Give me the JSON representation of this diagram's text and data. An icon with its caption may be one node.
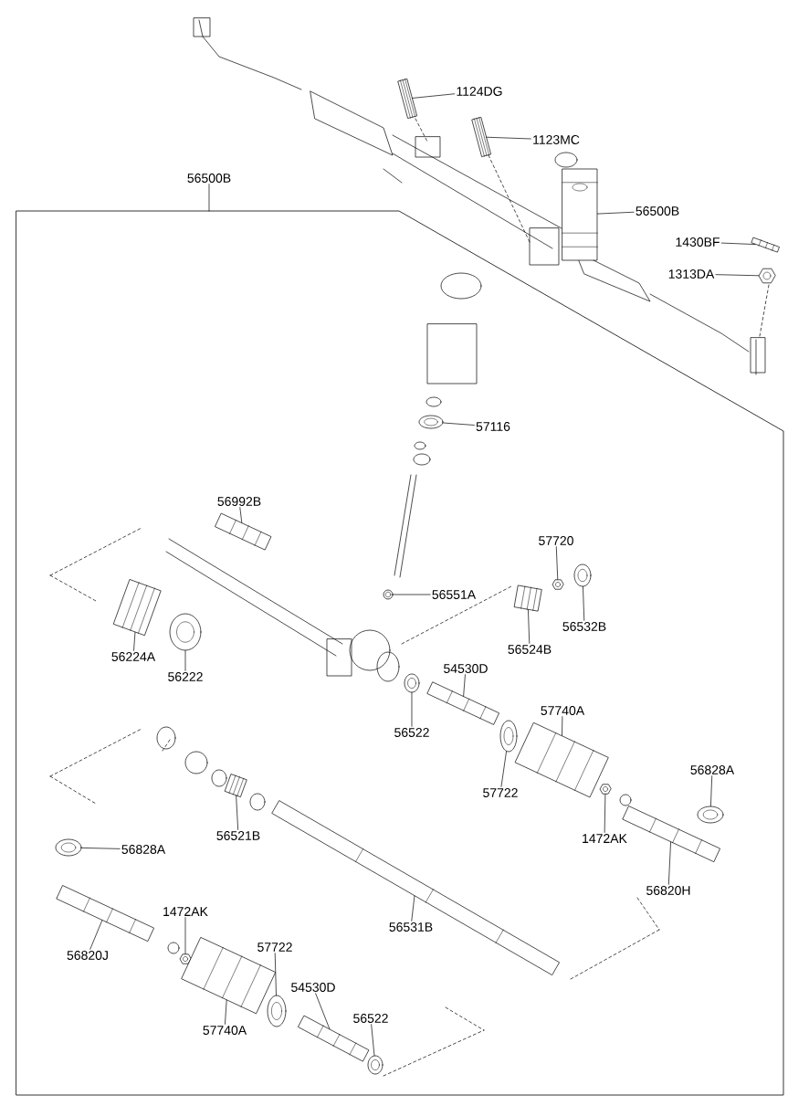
{
  "diagram": {
    "nodes": [
      {
        "text": [
          "1124DG"
        ]
      },
      {
        "text": [],
        "shape": "picture"
      },
      {
        "text": [
          "1123MC"
        ]
      },
      {
        "text": [],
        "shape": "picture"
      },
      {
        "text": [
          "56500B"
        ]
      },
      {
        "text": [],
        "shape": "box"
      },
      {
        "text": [
          "56500B"
        ]
      },
      {
        "text": [],
        "shape": "picture"
      },
      {
        "text": [
          "1430BF"
        ]
      },
      {
        "text": [],
        "shape": "picture"
      },
      {
        "text": [
          "1313DA"
        ]
      },
      {
        "text": [],
        "shape": "picture"
      },
      {
        "text": [
          "57116"
        ],
        "in": 5
      },
      {
        "text": [],
        "shape": "picture",
        "in": 5
      },
      {
        "text": [
          "56992B"
        ],
        "in": 5
      },
      {
        "text": [],
        "shape": "picture",
        "in": 5
      },
      {
        "text": [
          "57720"
        ],
        "in": 5
      },
      {
        "text": [],
        "shape": "picture",
        "in": 5
      },
      {
        "text": [
          "56551A"
        ],
        "in": 5
      },
      {
        "text": [],
        "shape": "picture",
        "in": 5
      },
      {
        "text": [
          "56532B"
        ],
        "in": 5
      },
      {
        "text": [],
        "shape": "picture",
        "in": 5
      },
      {
        "text": [
          "56224A"
        ],
        "in": 5
      },
      {
        "text": [],
        "shape": "picture",
        "in": 5
      },
      {
        "text": [
          "56524B"
        ],
        "in": 5
      },
      {
        "text": [],
        "shape": "picture",
        "in": 5
      },
      {
        "text": [
          "56222"
        ],
        "in": 5
      },
      {
        "text": [],
        "shape": "picture",
        "in": 5
      },
      {
        "text": [
          "54530D"
        ],
        "in": 5
      },
      {
        "text": [],
        "shape": "picture",
        "in": 5
      },
      {
        "text": [
          "57740A"
        ],
        "in": 5
      },
      {
        "text": [],
        "shape": "picture",
        "in": 5
      },
      {
        "text": [
          "56522"
        ],
        "in": 5
      },
      {
        "text": [],
        "shape": "picture",
        "in": 5
      },
      {
        "text": [
          "56828A"
        ],
        "in": 5
      },
      {
        "text": [],
        "shape": "picture",
        "in": 5
      },
      {
        "text": [
          "57722"
        ],
        "in": 5
      },
      {
        "text": [],
        "shape": "picture",
        "in": 5
      },
      {
        "text": [
          "56521B"
        ],
        "in": 5
      },
      {
        "text": [],
        "shape": "picture",
        "in": 5
      },
      {
        "text": [
          "1472AK"
        ],
        "in": 5
      },
      {
        "text": [],
        "shape": "picture",
        "in": 5
      },
      {
        "text": [
          "56828A"
        ],
        "in": 5
      },
      {
        "text": [],
        "shape": "picture",
        "in": 5
      },
      {
        "text": [
          "56820H"
        ],
        "in": 5
      },
      {
        "text": [],
        "shape": "picture",
        "in": 5
      },
      {
        "text": [
          "1472AK"
        ],
        "in": 5
      },
      {
        "text": [],
        "shape": "picture",
        "in": 5
      },
      {
        "text": [
          "56820J"
        ],
        "in": 5
      },
      {
        "text": [],
        "shape": "picture",
        "in": 5
      },
      {
        "text": [
          "56531B"
        ],
        "in": 5
      },
      {
        "text": [],
        "shape": "picture",
        "in": 5
      },
      {
        "text": [
          "57722"
        ],
        "in": 5
      },
      {
        "text": [],
        "shape": "picture",
        "in": 5
      },
      {
        "text": [
          "54530D"
        ],
        "in": 5
      },
      {
        "text": [],
        "shape": "picture",
        "in": 5
      },
      {
        "text": [
          "57740A"
        ],
        "in": 5
      },
      {
        "text": [],
        "shape": "picture",
        "in": 5
      },
      {
        "text": [
          "56522"
        ],
        "in": 5
      },
      {
        "text": [],
        "shape": "picture",
        "in": 5
      }
    ],
    "edges": [
      {
        "from": 0,
        "to": 1,
        "arrow": "none"
      },
      {
        "from": 2,
        "to": 3,
        "arrow": "none"
      },
      {
        "from": 4,
        "to": 5,
        "arrow": "none"
      },
      {
        "from": 6,
        "to": 7,
        "arrow": "none"
      },
      {
        "from": 8,
        "to": 9,
        "arrow": "none"
      },
      {
        "from": 10,
        "to": 11,
        "arrow": "none"
      },
      {
        "from": 12,
        "to": 13,
        "arrow": "none"
      },
      {
        "from": 14,
        "to": 15,
        "arrow": "none"
      },
      {
        "from": 16,
        "to": 17,
        "arrow": "none"
      },
      {
        "from": 18,
        "to": 19,
        "arrow": "none"
      },
      {
        "from": 20,
        "to": 21,
        "arrow": "none"
      },
      {
        "from": 22,
        "to": 23,
        "arrow": "none"
      },
      {
        "from": 24,
        "to": 25,
        "arrow": "none"
      },
      {
        "from": 26,
        "to": 27,
        "arrow": "none"
      },
      {
        "from": 28,
        "to": 29,
        "arrow": "none"
      },
      {
        "from": 30,
        "to": 31,
        "arrow": "none"
      },
      {
        "from": 32,
        "to": 33,
        "arrow": "none"
      },
      {
        "from": 34,
        "to": 35,
        "arrow": "none"
      },
      {
        "from": 36,
        "to": 37,
        "arrow": "none"
      },
      {
        "from": 38,
        "to": 39,
        "arrow": "none"
      },
      {
        "from": 40,
        "to": 41,
        "arrow": "none"
      },
      {
        "from": 42,
        "to": 43,
        "arrow": "none"
      },
      {
        "from": 44,
        "to": 45,
        "arrow": "none"
      },
      {
        "from": 46,
        "to": 47,
        "arrow": "none"
      },
      {
        "from": 48,
        "to": 49,
        "arrow": "none"
      },
      {
        "from": 50,
        "to": 51,
        "arrow": "none"
      },
      {
        "from": 52,
        "to": 53,
        "arrow": "none"
      },
      {
        "from": 54,
        "to": 55,
        "arrow": "none"
      },
      {
        "from": 56,
        "to": 57,
        "arrow": "none"
      },
      {
        "from": 58,
        "to": 59,
        "arrow": "none"
      }
    ]
  }
}
